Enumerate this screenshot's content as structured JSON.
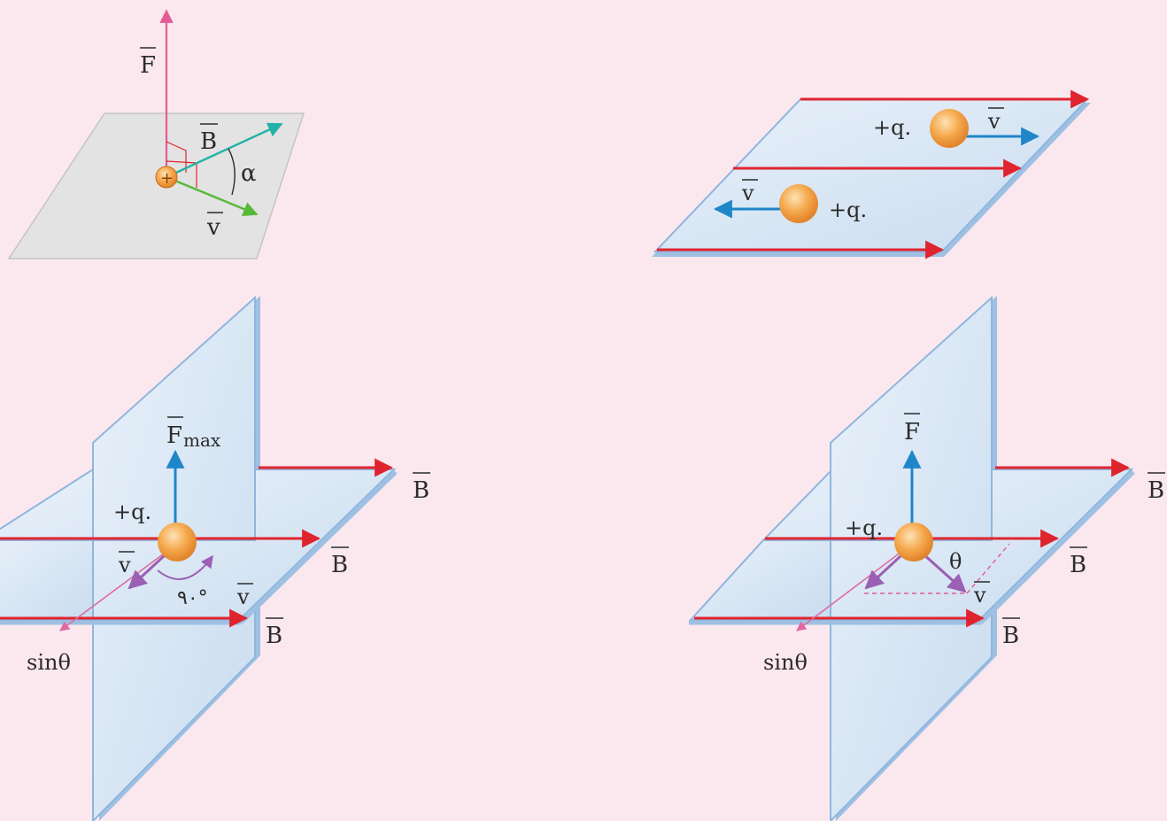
{
  "labels": {
    "F": "F",
    "B": "B",
    "v": "v",
    "alpha": "α",
    "F_max": "F",
    "max_sub": "max",
    "charge": "+q.",
    "ninety": "۹۰°",
    "theta": "θ",
    "sin_theta": "sinθ"
  },
  "colors": {
    "background": "#fbe8ef",
    "panel_fill": "#d8e8f6",
    "panel_edge": "#8fb6de",
    "field_line": "#e0242f",
    "velocity": "#1f86c8",
    "force": "#1f86c8",
    "component": "#9b5fb3",
    "sin_axis": "#e06aa0",
    "charge_fill": "#f3a64a",
    "force_top": "#e55b93",
    "b_top": "#22b3a6",
    "v_top": "#57b83a"
  }
}
